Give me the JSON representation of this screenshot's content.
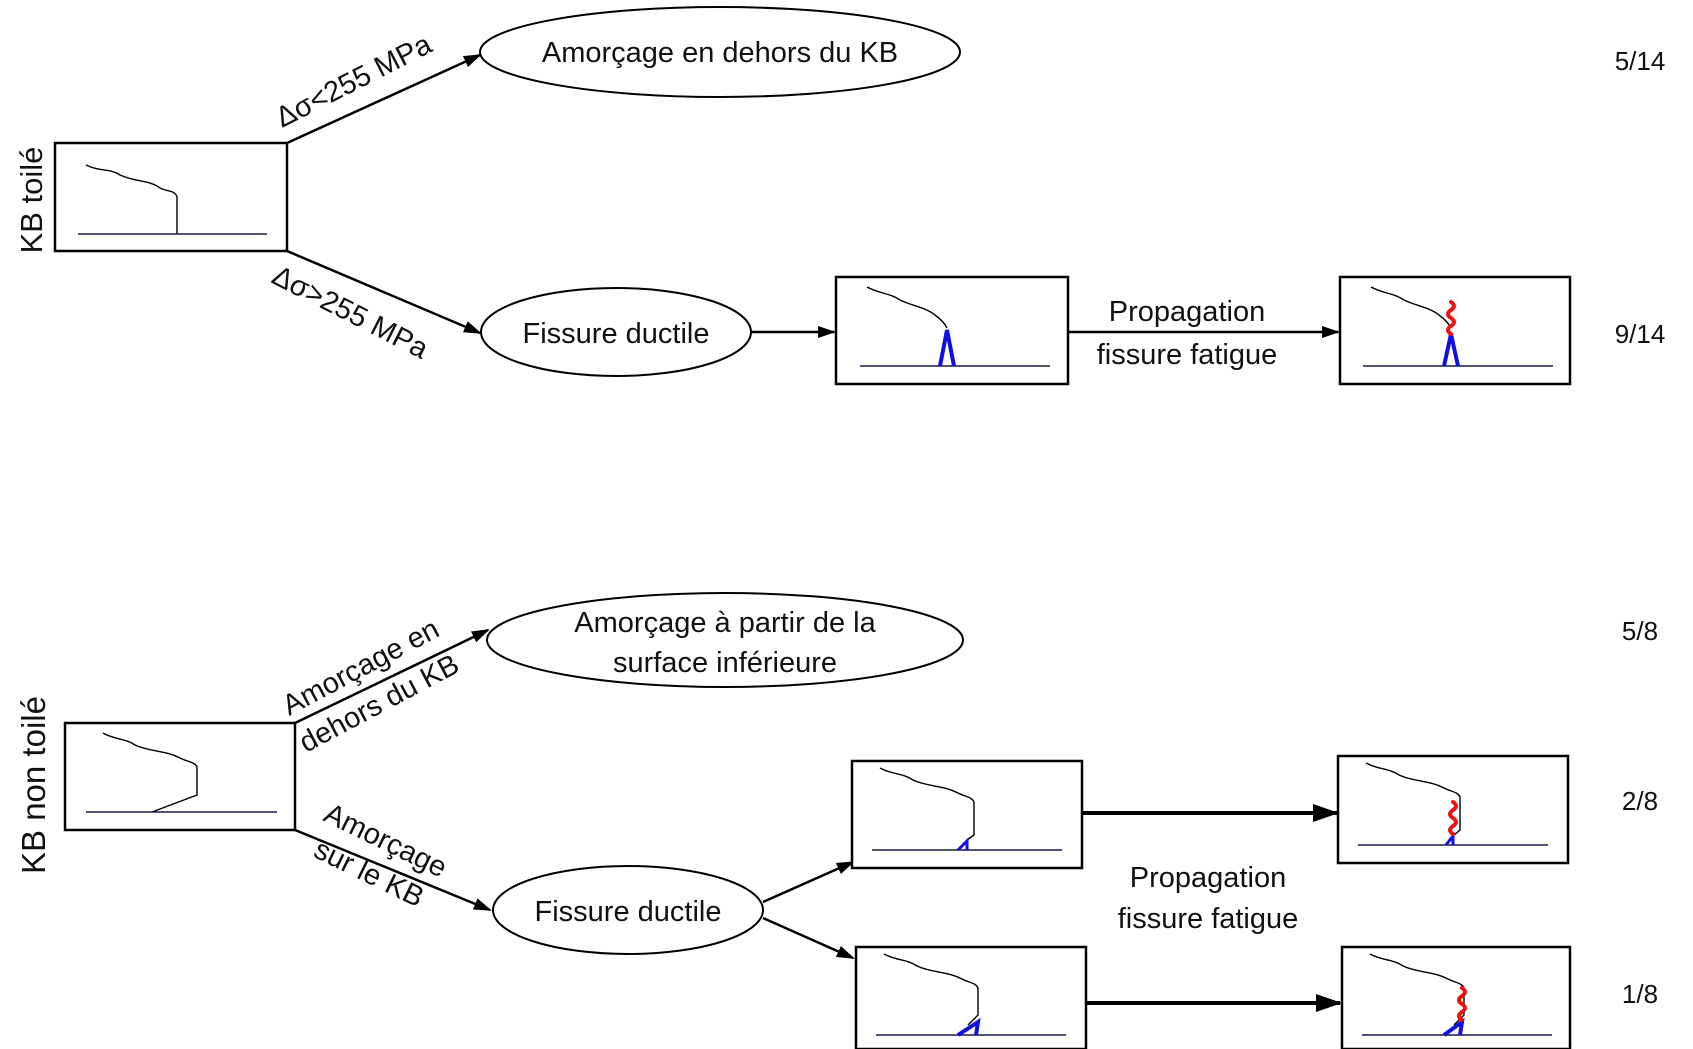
{
  "top_section": {
    "side_label": "KB toilé",
    "branch_low": "Δσ<255 MPa",
    "branch_high": "Δσ>255 MPa",
    "outcome_outside": "Amorçage en dehors du KB",
    "outcome_ductile": "Fissure ductile",
    "propagation_line1": "Propagation",
    "propagation_line2": "fissure fatigue",
    "fraction_outside": "5/14",
    "fraction_ductile": "9/14"
  },
  "bottom_section": {
    "side_label": "KB non toilé",
    "branch_outside_line1": "Amorçage en",
    "branch_outside_line2": "dehors du KB",
    "branch_on_line1": "Amorçage",
    "branch_on_line2": "sur le KB",
    "outcome_surface_line1": "Amorçage à partir de la",
    "outcome_surface_line2": "surface inférieure",
    "outcome_ductile": "Fissure ductile",
    "propagation_line1": "Propagation",
    "propagation_line2": "fissure fatigue",
    "fraction_surface": "5/8",
    "fraction_case_a": "2/8",
    "fraction_case_b": "1/8"
  },
  "colors": {
    "line": "#000000",
    "ductile_crack": "#1010e0",
    "fatigue_crack": "#ee1111"
  }
}
